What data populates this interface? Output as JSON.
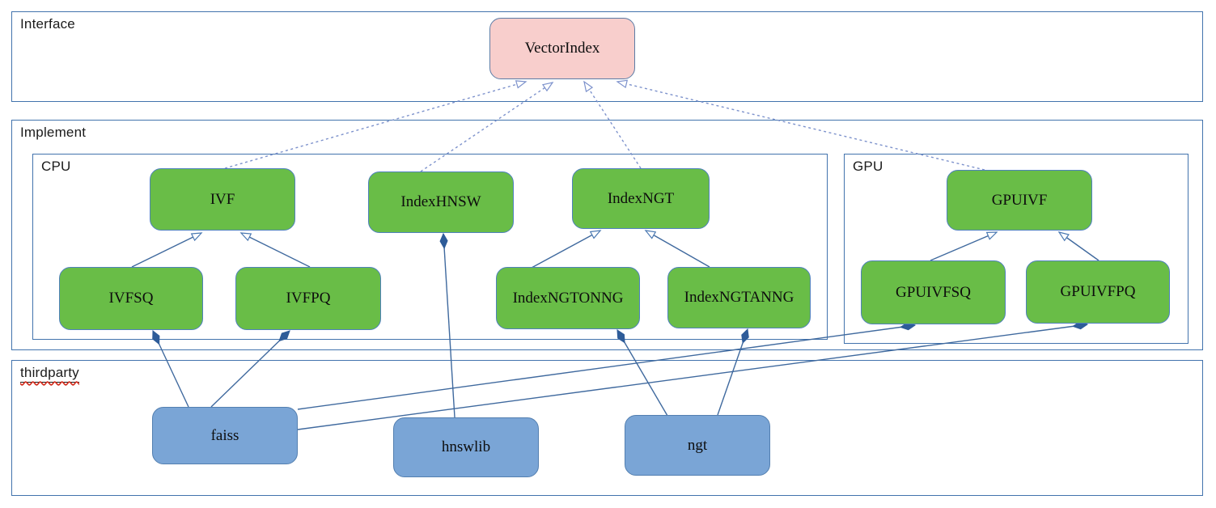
{
  "diagram": {
    "containers": [
      {
        "id": "interface",
        "label": "Interface"
      },
      {
        "id": "implement",
        "label": "Implement"
      },
      {
        "id": "cpu",
        "label": "CPU"
      },
      {
        "id": "gpu",
        "label": "GPU"
      },
      {
        "id": "thirdparty",
        "label": "thirdparty",
        "spellcheck_squiggle": true
      }
    ],
    "nodes": [
      {
        "id": "vectorindex",
        "label": "VectorIndex",
        "kind": "interface",
        "container": "interface"
      },
      {
        "id": "ivf",
        "label": "IVF",
        "kind": "class",
        "container": "cpu"
      },
      {
        "id": "indexhnsw",
        "label": "IndexHNSW",
        "kind": "class",
        "container": "cpu"
      },
      {
        "id": "indexngt",
        "label": "IndexNGT",
        "kind": "class",
        "container": "cpu"
      },
      {
        "id": "gpuivf",
        "label": "GPUIVF",
        "kind": "class",
        "container": "gpu"
      },
      {
        "id": "ivfsq",
        "label": "IVFSQ",
        "kind": "class",
        "container": "cpu"
      },
      {
        "id": "ivfpq",
        "label": "IVFPQ",
        "kind": "class",
        "container": "cpu"
      },
      {
        "id": "indexngtonng",
        "label": "IndexNGTONNG",
        "kind": "class",
        "container": "cpu"
      },
      {
        "id": "indexngtanng",
        "label": "IndexNGTANNG",
        "kind": "class",
        "container": "cpu"
      },
      {
        "id": "gpuivfsq",
        "label": "GPUIVFSQ",
        "kind": "class",
        "container": "gpu"
      },
      {
        "id": "gpuivfpq",
        "label": "GPUIVFPQ",
        "kind": "class",
        "container": "gpu"
      },
      {
        "id": "faiss",
        "label": "faiss",
        "kind": "library",
        "container": "thirdparty"
      },
      {
        "id": "hnswlib",
        "label": "hnswlib",
        "kind": "library",
        "container": "thirdparty"
      },
      {
        "id": "ngt",
        "label": "ngt",
        "kind": "library",
        "container": "thirdparty"
      }
    ],
    "edges": [
      {
        "from": "ivf",
        "to": "vectorindex",
        "type": "realization-dashed-open-arrow"
      },
      {
        "from": "indexhnsw",
        "to": "vectorindex",
        "type": "realization-dashed-open-arrow"
      },
      {
        "from": "indexngt",
        "to": "vectorindex",
        "type": "realization-dashed-open-arrow"
      },
      {
        "from": "gpuivf",
        "to": "vectorindex",
        "type": "realization-dashed-open-arrow"
      },
      {
        "from": "ivfsq",
        "to": "ivf",
        "type": "generalization-open-arrow"
      },
      {
        "from": "ivfpq",
        "to": "ivf",
        "type": "generalization-open-arrow"
      },
      {
        "from": "indexngtonng",
        "to": "indexngt",
        "type": "generalization-open-arrow"
      },
      {
        "from": "indexngtanng",
        "to": "indexngt",
        "type": "generalization-open-arrow"
      },
      {
        "from": "gpuivfsq",
        "to": "gpuivf",
        "type": "generalization-open-arrow"
      },
      {
        "from": "gpuivfpq",
        "to": "gpuivf",
        "type": "generalization-open-arrow"
      },
      {
        "from": "faiss",
        "to": "ivfsq",
        "type": "composition-filled-diamond"
      },
      {
        "from": "faiss",
        "to": "ivfpq",
        "type": "composition-filled-diamond"
      },
      {
        "from": "faiss",
        "to": "gpuivfsq",
        "type": "composition-filled-diamond"
      },
      {
        "from": "faiss",
        "to": "gpuivfpq",
        "type": "composition-filled-diamond"
      },
      {
        "from": "hnswlib",
        "to": "indexhnsw",
        "type": "composition-filled-diamond"
      },
      {
        "from": "ngt",
        "to": "indexngtonng",
        "type": "composition-filled-diamond"
      },
      {
        "from": "ngt",
        "to": "indexngtanng",
        "type": "composition-filled-diamond"
      }
    ],
    "colors": {
      "container_border": "#4273ad",
      "interface_node_fill": "#f8cecc",
      "class_node_fill": "#69bd47",
      "library_node_fill": "#7aa5d6",
      "node_border": "#4f81bd",
      "edge_solid": "#3f699e",
      "edge_dashed": "#7d92cc",
      "diamond_fill": "#2e5c99",
      "spellcheck_squiggle": "#d22d1e"
    }
  }
}
